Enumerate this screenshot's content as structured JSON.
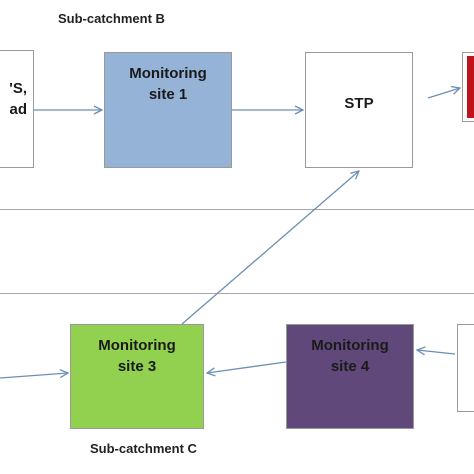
{
  "panels": {
    "sub_catchment_b": {
      "label": "Sub-catchment B"
    },
    "sub_catchment_c": {
      "label": "Sub-catchment C"
    }
  },
  "nodes": {
    "left_source": {
      "text": "'S,\nad",
      "color": "#ffffff"
    },
    "monitoring_site_1": {
      "text": "Monitoring\nsite 1",
      "color": "#95b3d7"
    },
    "stp": {
      "text": "STP",
      "color": "#ffffff"
    },
    "outlet": {
      "text": "",
      "color": "#c0141c"
    },
    "monitoring_site_3": {
      "text": "Monitoring\nsite 3",
      "color": "#92d050"
    },
    "monitoring_site_4": {
      "text": "Monitoring\nsite 4",
      "color": "#60497a"
    },
    "right_source": {
      "text": "",
      "color": "#ffffff"
    }
  },
  "colors": {
    "arrow": "#6d8fb3",
    "panel_border": "#a8a8a8"
  }
}
